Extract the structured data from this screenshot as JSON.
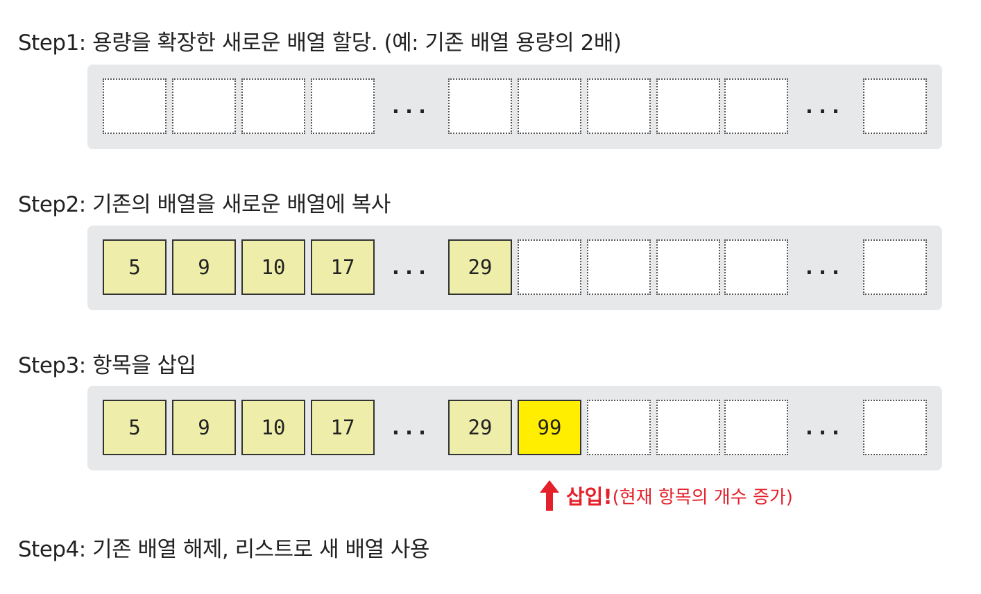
{
  "steps": [
    {
      "title": "Step1: 용량을 확장한 새로운 배열 할당. (예: 기존 배열 용량의 2배)",
      "array": {
        "left": [
          {
            "value": "",
            "state": "empty"
          },
          {
            "value": "",
            "state": "empty"
          },
          {
            "value": "",
            "state": "empty"
          },
          {
            "value": "",
            "state": "empty"
          }
        ],
        "ellipsis_1": "...",
        "middle": [
          {
            "value": "",
            "state": "empty"
          },
          {
            "value": "",
            "state": "empty"
          },
          {
            "value": "",
            "state": "empty"
          },
          {
            "value": "",
            "state": "empty"
          },
          {
            "value": "",
            "state": "empty"
          }
        ],
        "ellipsis_2": "...",
        "last": {
          "value": "",
          "state": "empty"
        }
      }
    },
    {
      "title": "Step2: 기존의 배열을 새로운 배열에 복사",
      "array": {
        "left": [
          {
            "value": "5",
            "state": "filled"
          },
          {
            "value": "9",
            "state": "filled"
          },
          {
            "value": "10",
            "state": "filled"
          },
          {
            "value": "17",
            "state": "filled"
          }
        ],
        "ellipsis_1": "...",
        "middle": [
          {
            "value": "29",
            "state": "filled"
          },
          {
            "value": "",
            "state": "empty"
          },
          {
            "value": "",
            "state": "empty"
          },
          {
            "value": "",
            "state": "empty"
          },
          {
            "value": "",
            "state": "empty"
          }
        ],
        "ellipsis_2": "...",
        "last": {
          "value": "",
          "state": "empty"
        }
      }
    },
    {
      "title": "Step3: 항목을 삽입",
      "array": {
        "left": [
          {
            "value": "5",
            "state": "filled"
          },
          {
            "value": "9",
            "state": "filled"
          },
          {
            "value": "10",
            "state": "filled"
          },
          {
            "value": "17",
            "state": "filled"
          }
        ],
        "ellipsis_1": "...",
        "middle": [
          {
            "value": "29",
            "state": "filled"
          },
          {
            "value": "99",
            "state": "inserted"
          },
          {
            "value": "",
            "state": "empty"
          },
          {
            "value": "",
            "state": "empty"
          },
          {
            "value": "",
            "state": "empty"
          }
        ],
        "ellipsis_2": "...",
        "last": {
          "value": "",
          "state": "empty"
        }
      },
      "insert_note": {
        "strong": "삽입!",
        "paren": "(현재 항목의 개수 증가)"
      }
    },
    {
      "title": "Step4: 기존 배열 해제, 리스트로 새 배열 사용"
    }
  ],
  "colors": {
    "panel_background": "#e7e8ea",
    "filled_cell": "#eeeeaa",
    "inserted_cell": "#ffee00",
    "empty_cell": "#ffffff",
    "insert_note": "#e4202a"
  }
}
